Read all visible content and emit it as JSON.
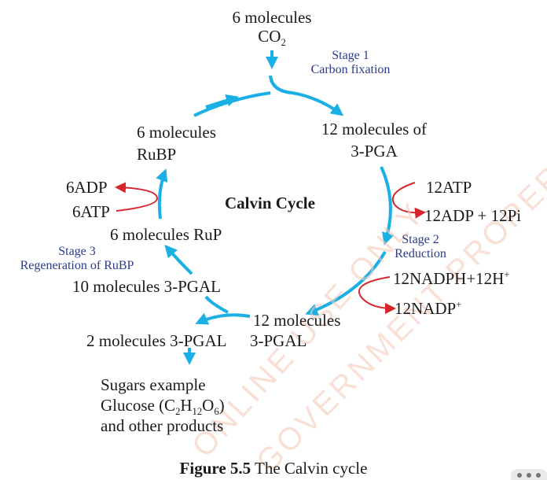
{
  "nodes": {
    "co2_line1": "6 molecules",
    "co2_formula": "CO",
    "co2_sub": "2",
    "pga_line1": "12 molecules of",
    "pga_line2": "3-PGA",
    "rubp_line1": "6 molecules",
    "rubp_line2": "RuBP",
    "rup": "6 molecules RuP",
    "pgal10": "10 molecules 3-PGAL",
    "pgal12_line1": "12 molecules",
    "pgal12_line2": "3-PGAL",
    "pgal2": "2 molecules 3-PGAL",
    "sugars_line1": "Sugars example",
    "glucose_prefix": "Glucose (C",
    "glucose_s1": "2",
    "glucose_h": "H",
    "glucose_s2": "12",
    "glucose_o": "O",
    "glucose_s3": "6",
    "glucose_close": ")",
    "sugars_line3": "and other products"
  },
  "side_inputs": {
    "atp12": "12ATP",
    "adp12": "12ADP + 12Pi",
    "nadph": "12NADPH+12H",
    "nadph_sup": "+",
    "nadp": "12NADP",
    "nadp_sup": "+",
    "adp6": "6ADP",
    "atp6": "6ATP"
  },
  "stages": {
    "stage1_name": "Stage 1",
    "stage1_desc": "Carbon fixation",
    "stage2_name": "Stage 2",
    "stage2_desc": "Reduction",
    "stage3_name": "Stage 3",
    "stage3_desc": "Regeneration of RuBP"
  },
  "center_title": "Calvin Cycle",
  "caption": {
    "label": "Figure 5.5",
    "text": " The Calvin cycle"
  },
  "watermark": {
    "line1": "ONLINE USE ONLY",
    "line2": "GOVERNMENT PROPERTY"
  },
  "colors": {
    "cycle_arrow": "#1ab0e6",
    "side_arrow": "#d8252b",
    "stage_text": "#2b3a8a",
    "watermark": "#f4c8b6"
  },
  "icons": {
    "menu": "three-dots-icon"
  }
}
